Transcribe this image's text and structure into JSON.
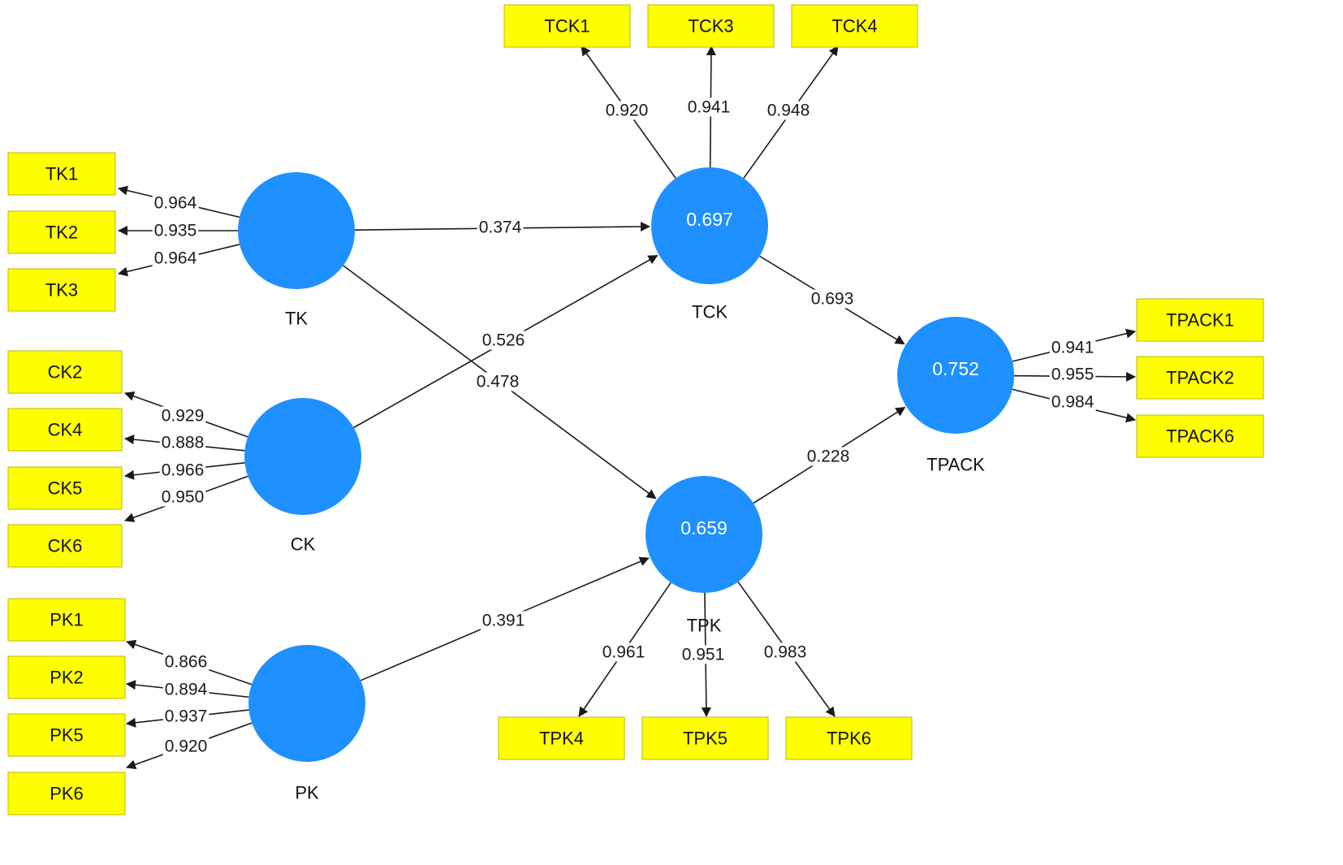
{
  "colors": {
    "indicator_fill": "#ffff00",
    "latent_fill": "#1e90ff",
    "latent_text": "#ffffff",
    "edge": "#1a1a1a"
  },
  "latents": [
    {
      "id": "TK",
      "name": "TK",
      "value": ""
    },
    {
      "id": "CK",
      "name": "CK",
      "value": ""
    },
    {
      "id": "PK",
      "name": "PK",
      "value": ""
    },
    {
      "id": "TCK",
      "name": "TCK",
      "value": "0.697"
    },
    {
      "id": "TPK",
      "name": "TPK",
      "value": "0.659"
    },
    {
      "id": "TPACK",
      "name": "TPACK",
      "value": "0.752"
    }
  ],
  "indicators": [
    {
      "id": "TK1",
      "label": "TK1"
    },
    {
      "id": "TK2",
      "label": "TK2"
    },
    {
      "id": "TK3",
      "label": "TK3"
    },
    {
      "id": "CK2",
      "label": "CK2"
    },
    {
      "id": "CK4",
      "label": "CK4"
    },
    {
      "id": "CK5",
      "label": "CK5"
    },
    {
      "id": "CK6",
      "label": "CK6"
    },
    {
      "id": "PK1",
      "label": "PK1"
    },
    {
      "id": "PK2",
      "label": "PK2"
    },
    {
      "id": "PK5",
      "label": "PK5"
    },
    {
      "id": "PK6",
      "label": "PK6"
    },
    {
      "id": "TCK1",
      "label": "TCK1"
    },
    {
      "id": "TCK3",
      "label": "TCK3"
    },
    {
      "id": "TCK4",
      "label": "TCK4"
    },
    {
      "id": "TPK4",
      "label": "TPK4"
    },
    {
      "id": "TPK5",
      "label": "TPK5"
    },
    {
      "id": "TPK6",
      "label": "TPK6"
    },
    {
      "id": "TPACK1",
      "label": "TPACK1"
    },
    {
      "id": "TPACK2",
      "label": "TPACK2"
    },
    {
      "id": "TPACK6",
      "label": "TPACK6"
    }
  ],
  "loadings": [
    {
      "from": "TK",
      "to": "TK1",
      "value": "0.964"
    },
    {
      "from": "TK",
      "to": "TK2",
      "value": "0.935"
    },
    {
      "from": "TK",
      "to": "TK3",
      "value": "0.964"
    },
    {
      "from": "CK",
      "to": "CK2",
      "value": "0.929"
    },
    {
      "from": "CK",
      "to": "CK4",
      "value": "0.888"
    },
    {
      "from": "CK",
      "to": "CK5",
      "value": "0.966"
    },
    {
      "from": "CK",
      "to": "CK6",
      "value": "0.950"
    },
    {
      "from": "PK",
      "to": "PK1",
      "value": "0.866"
    },
    {
      "from": "PK",
      "to": "PK2",
      "value": "0.894"
    },
    {
      "from": "PK",
      "to": "PK5",
      "value": "0.937"
    },
    {
      "from": "PK",
      "to": "PK6",
      "value": "0.920"
    },
    {
      "from": "TCK",
      "to": "TCK1",
      "value": "0.920"
    },
    {
      "from": "TCK",
      "to": "TCK3",
      "value": "0.941"
    },
    {
      "from": "TCK",
      "to": "TCK4",
      "value": "0.948"
    },
    {
      "from": "TPK",
      "to": "TPK4",
      "value": "0.961"
    },
    {
      "from": "TPK",
      "to": "TPK5",
      "value": "0.951"
    },
    {
      "from": "TPK",
      "to": "TPK6",
      "value": "0.983"
    },
    {
      "from": "TPACK",
      "to": "TPACK1",
      "value": "0.941"
    },
    {
      "from": "TPACK",
      "to": "TPACK2",
      "value": "0.955"
    },
    {
      "from": "TPACK",
      "to": "TPACK6",
      "value": "0.984"
    }
  ],
  "paths": [
    {
      "from": "TK",
      "to": "TCK",
      "value": "0.374"
    },
    {
      "from": "TK",
      "to": "TPK",
      "value": "0.478"
    },
    {
      "from": "CK",
      "to": "TCK",
      "value": "0.526"
    },
    {
      "from": "PK",
      "to": "TPK",
      "value": "0.391"
    },
    {
      "from": "TCK",
      "to": "TPACK",
      "value": "0.693"
    },
    {
      "from": "TPK",
      "to": "TPACK",
      "value": "0.228"
    }
  ]
}
